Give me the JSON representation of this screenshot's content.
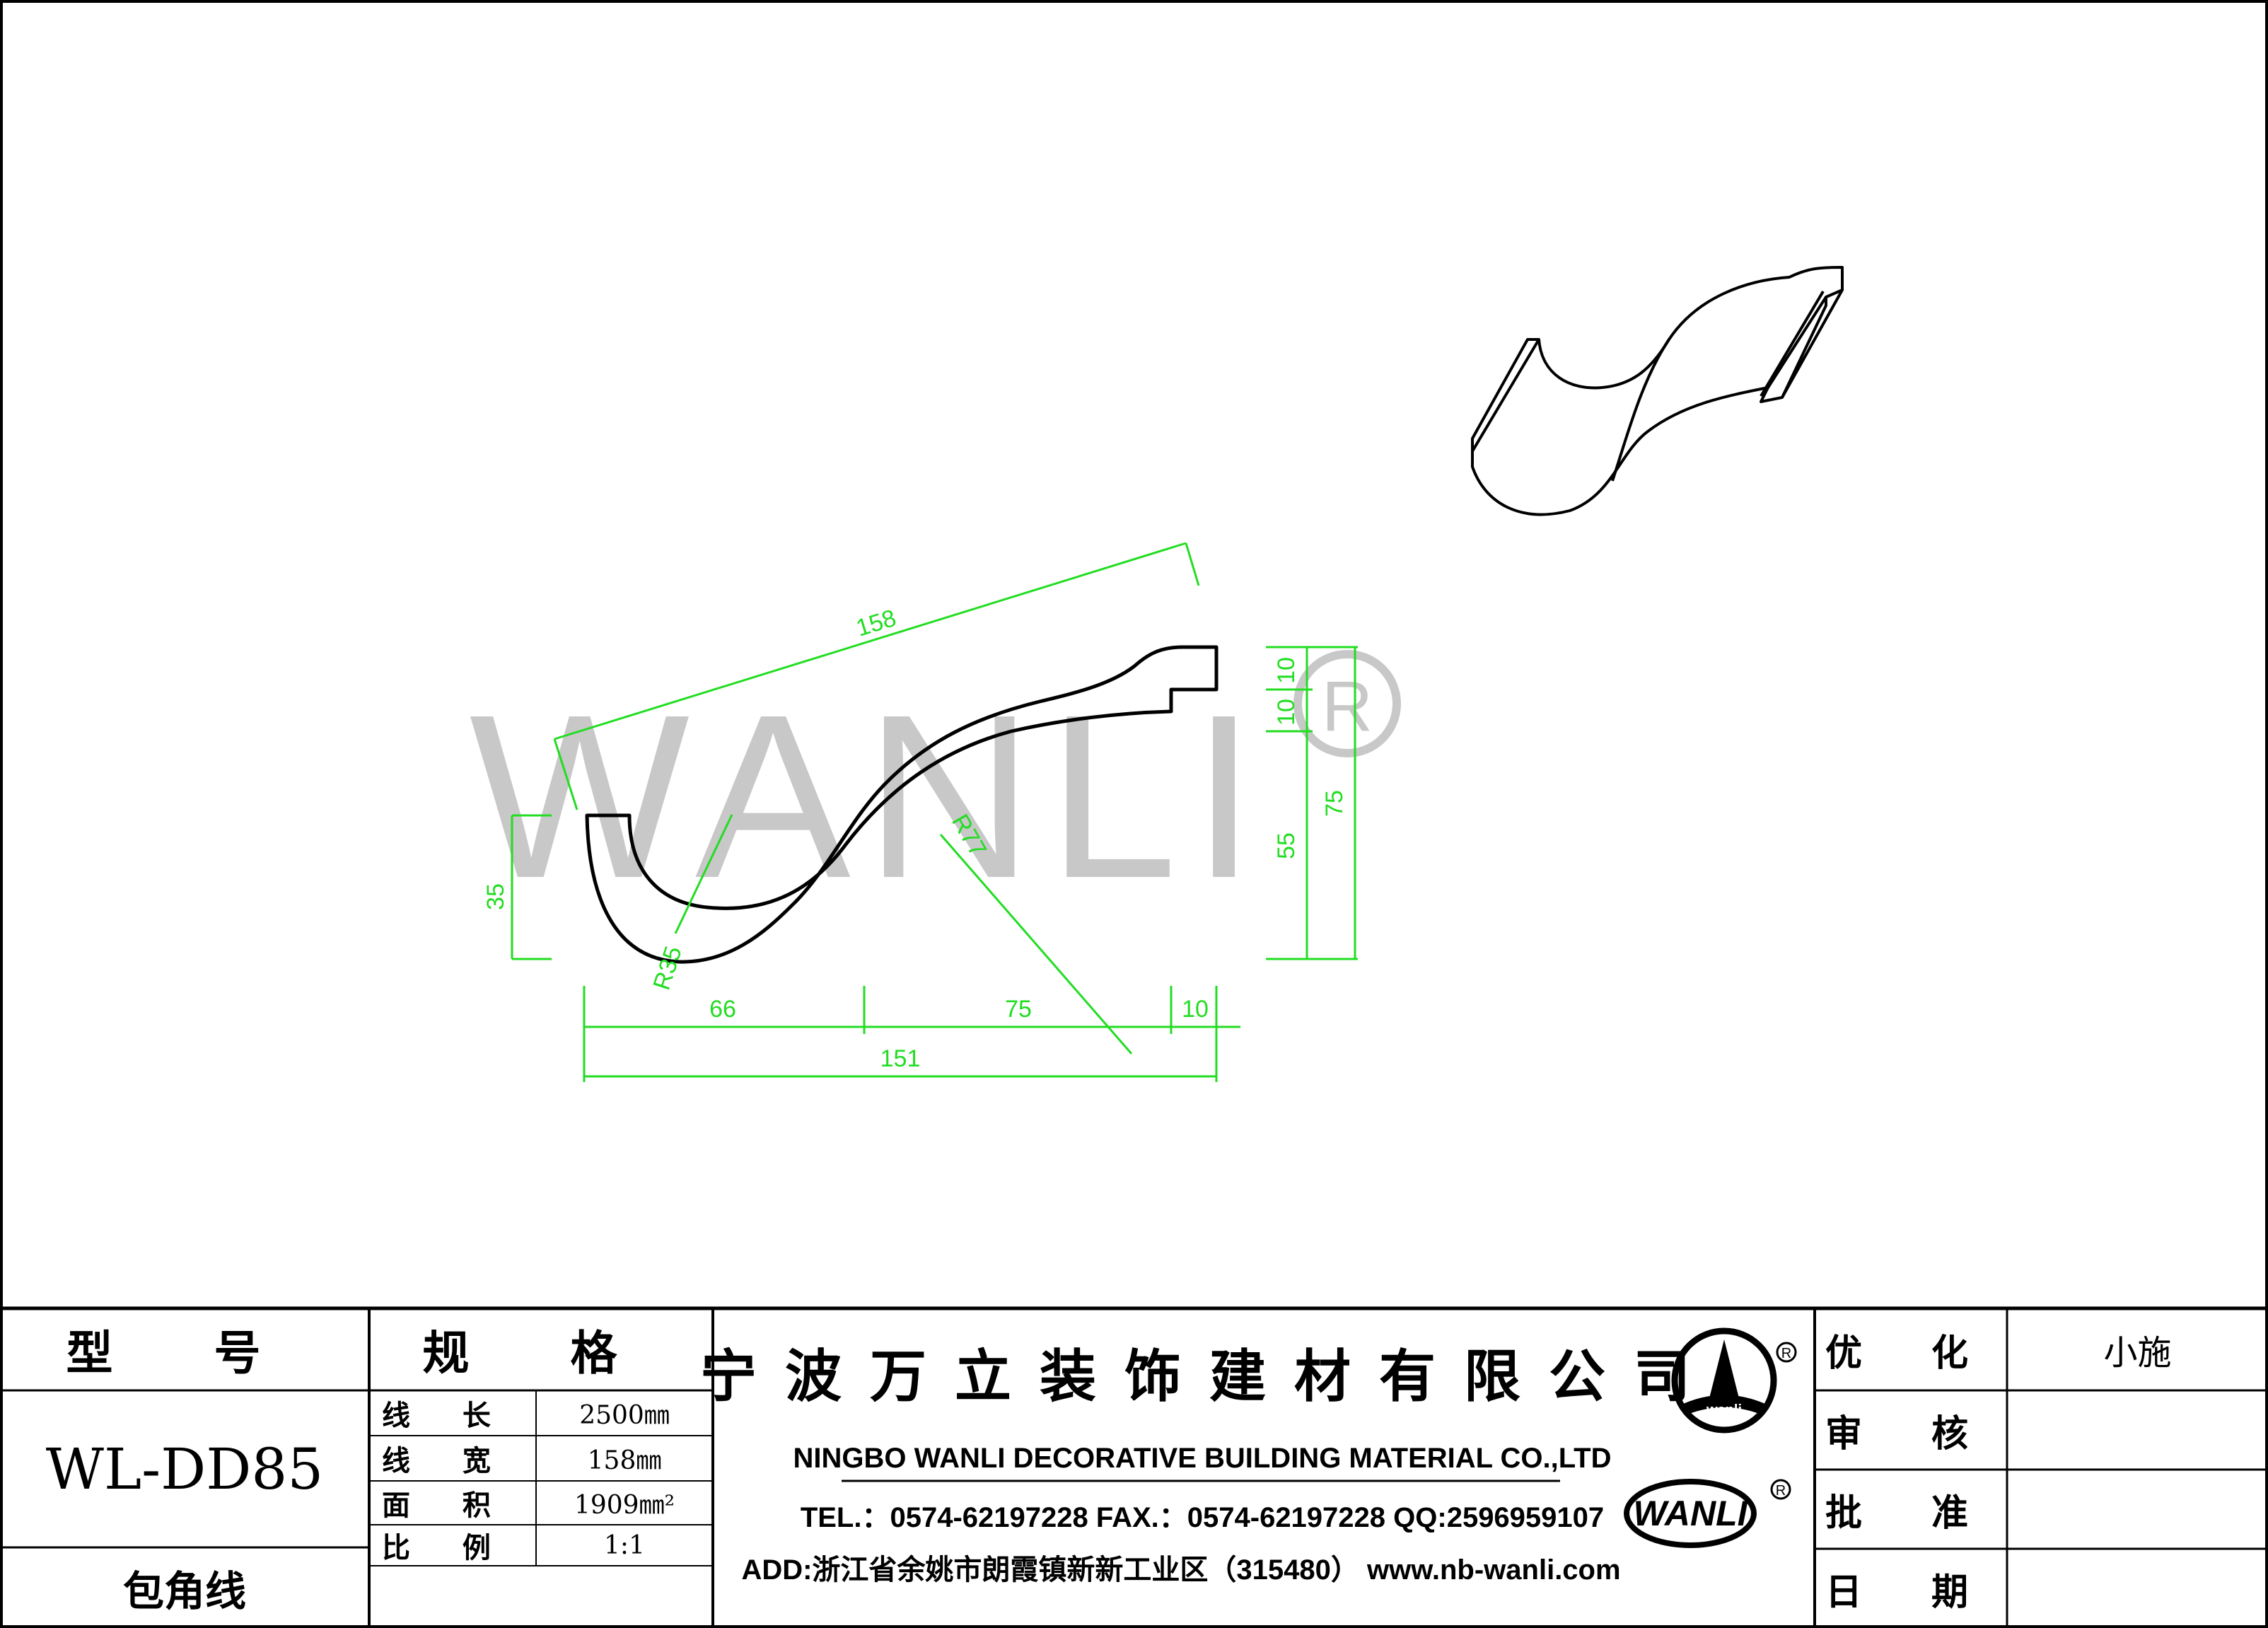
{
  "watermark": {
    "text": "WANLI",
    "registered_mark": "R"
  },
  "dimensions": {
    "diagonal_length": "158",
    "left_height": "35",
    "radius_small": "R35",
    "radius_large": "R77",
    "right_top_step": "10",
    "right_mid_step": "10",
    "right_lower": "55",
    "right_total": "75",
    "bottom_seg1": "66",
    "bottom_seg2": "75",
    "bottom_seg3": "10",
    "bottom_total": "151"
  },
  "title_block": {
    "model_header": "型 号",
    "model_value": "WL-DD85",
    "product_name": "包角线",
    "spec_header": "规 格",
    "specs": [
      {
        "label": "线 长",
        "value": "2500㎜"
      },
      {
        "label": "线 宽",
        "value": "158㎜"
      },
      {
        "label": "面 积",
        "value": "1909㎜²"
      },
      {
        "label": "比 例",
        "value": "1:1"
      }
    ],
    "company_cn": "宁波万立装饰建材有限公司",
    "company_en": "NINGBO WANLI DECORATIVE BUILDING MATERIAL CO.,LTD",
    "contact": "TEL.：0574-62197228  FAX.：0574-62197228  QQ:2596959107",
    "address": "ADD:浙江省余姚市朗霞镇新新工业区（315480） www.nb-wanli.com",
    "logo_text": "WANLI",
    "logo_small": "wanli",
    "reg_mark": "R",
    "approvals": [
      {
        "label": "优 化",
        "value": "小施"
      },
      {
        "label": "审 核",
        "value": ""
      },
      {
        "label": "批 准",
        "value": ""
      },
      {
        "label": "日 期",
        "value": ""
      }
    ]
  },
  "colors": {
    "dimension": "#22dd22",
    "outline": "#000000",
    "watermark": "#c8c8c8"
  }
}
